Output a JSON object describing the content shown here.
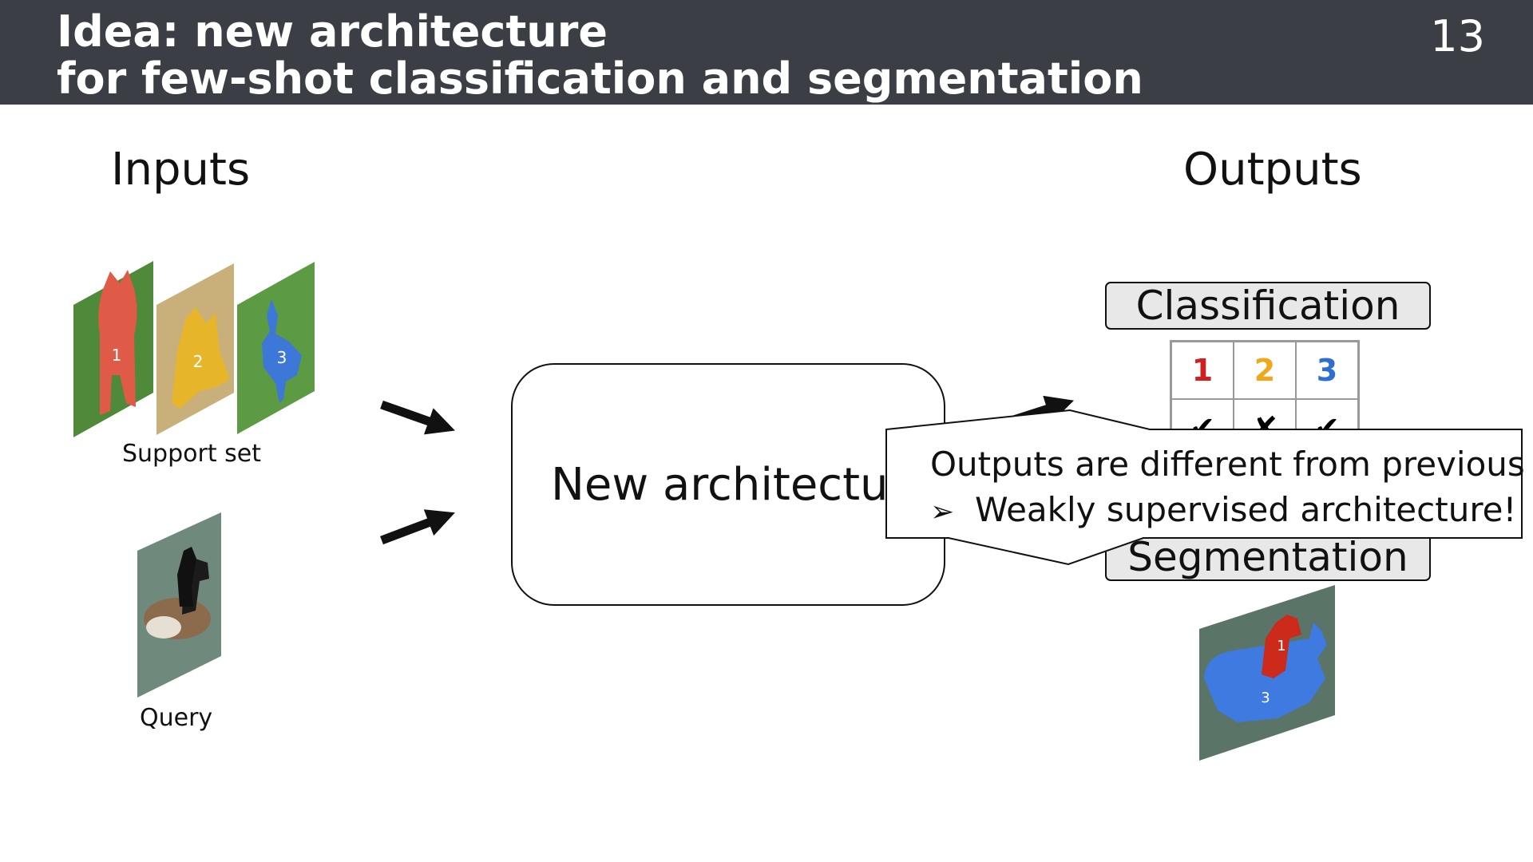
{
  "header": {
    "title_line1": "Idea: new architecture",
    "title_line2": "for few-shot classification and segmentation",
    "slide_number": "13"
  },
  "inputs": {
    "label": "Inputs",
    "support_caption": "Support set",
    "query_caption": "Query",
    "support_images": [
      {
        "number": "1",
        "mask_color": "#e05a48",
        "bg_color": "#4f8a3a"
      },
      {
        "number": "2",
        "mask_color": "#e7b52a",
        "bg_color": "#c9b07a"
      },
      {
        "number": "3",
        "mask_color": "#3d78d8",
        "bg_color": "#5c9a44"
      }
    ],
    "query_bg_color": "#6f8a7c"
  },
  "model": {
    "label": "New architecture"
  },
  "outputs": {
    "label": "Outputs",
    "classification_label": "Classification",
    "segmentation_label": "Segmentation",
    "class_grid": {
      "headers": [
        {
          "text": "1",
          "color": "#d02020"
        },
        {
          "text": "2",
          "color": "#f0a818"
        },
        {
          "text": "3",
          "color": "#2f6fd0"
        }
      ],
      "marks": [
        "✔",
        "✘",
        "✔"
      ]
    },
    "segmentation_masks": [
      {
        "number": "1",
        "color": "#cc2a1a"
      },
      {
        "number": "3",
        "color": "#3e7ae0"
      }
    ]
  },
  "callout": {
    "line1": "Outputs are different from previous",
    "bullet_glyph": "➢",
    "line2": "Weakly supervised architecture!"
  },
  "colors": {
    "header_bg": "#3b3e44",
    "output_box_bg": "#e8e8e8"
  }
}
